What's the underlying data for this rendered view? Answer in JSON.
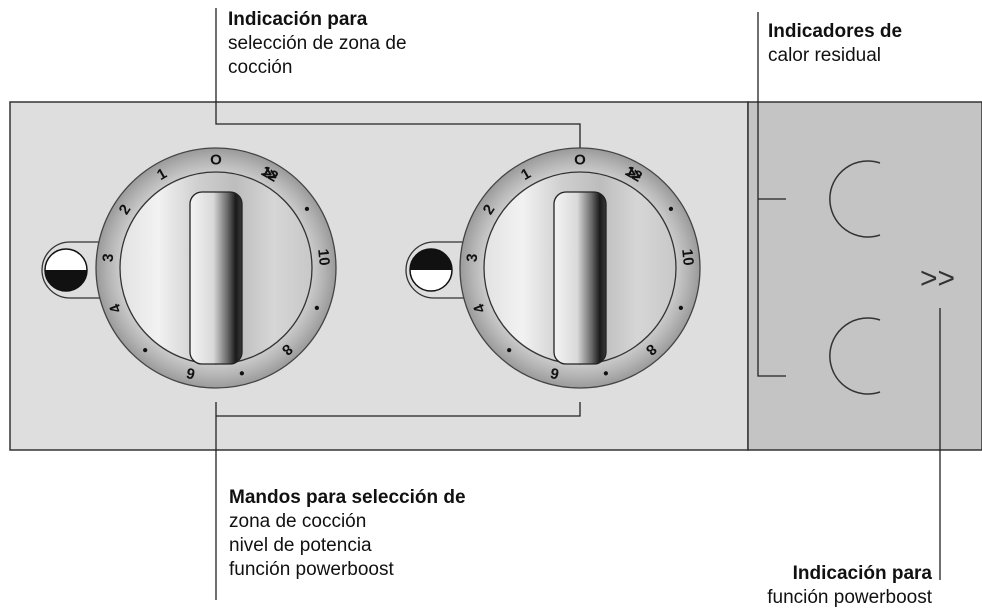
{
  "callouts": {
    "zone_indication": {
      "title": "Indicación para",
      "lines": [
        "selección de zona de",
        "cocción"
      ]
    },
    "residual_heat": {
      "title": "Indicadores de",
      "lines": [
        "calor residual"
      ]
    },
    "knobs": {
      "title": "Mandos para selección de",
      "lines": [
        "zona de cocción",
        "nivel de potencia",
        "función powerboost"
      ]
    },
    "powerboost": {
      "title": "Indicación para",
      "lines": [
        "función powerboost"
      ]
    }
  },
  "knob": {
    "scale": [
      "1",
      "2",
      "3",
      "4",
      "•",
      "6",
      "•",
      "8",
      "•",
      "10",
      "•",
      "12"
    ],
    "zero": "O",
    "boost_symbol": "≫"
  },
  "powerboost_symbol": ">>",
  "colors": {
    "panel_left": "#dedede",
    "panel_right": "#c4c4c4",
    "outline": "#333333"
  }
}
